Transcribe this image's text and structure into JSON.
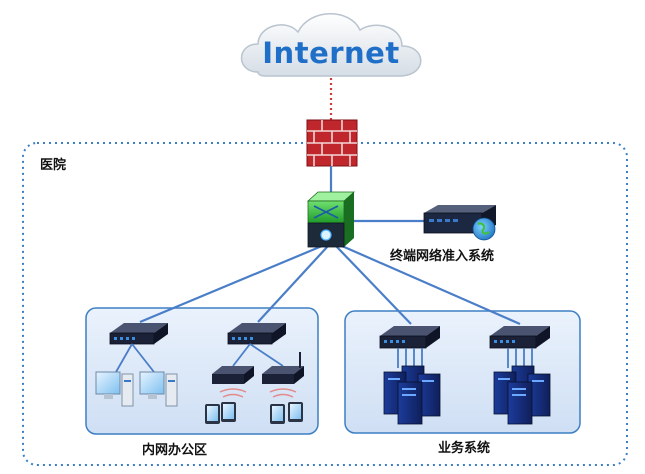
{
  "cloud": {
    "label": "Internet"
  },
  "zones": {
    "hospital": "医院",
    "office": "内网办公区",
    "business": "业务系统"
  },
  "devices": {
    "nac": "终端网络准入系统"
  },
  "colors": {
    "link": "#4a7ec8",
    "wan_link": "#d23b3b",
    "zone_border": "#3d7fc4",
    "zone_fill": "#dbe8f8",
    "firewall": "#c0272d",
    "switch_core": "#3ec43e",
    "internet_text": "#1f6fc9"
  }
}
